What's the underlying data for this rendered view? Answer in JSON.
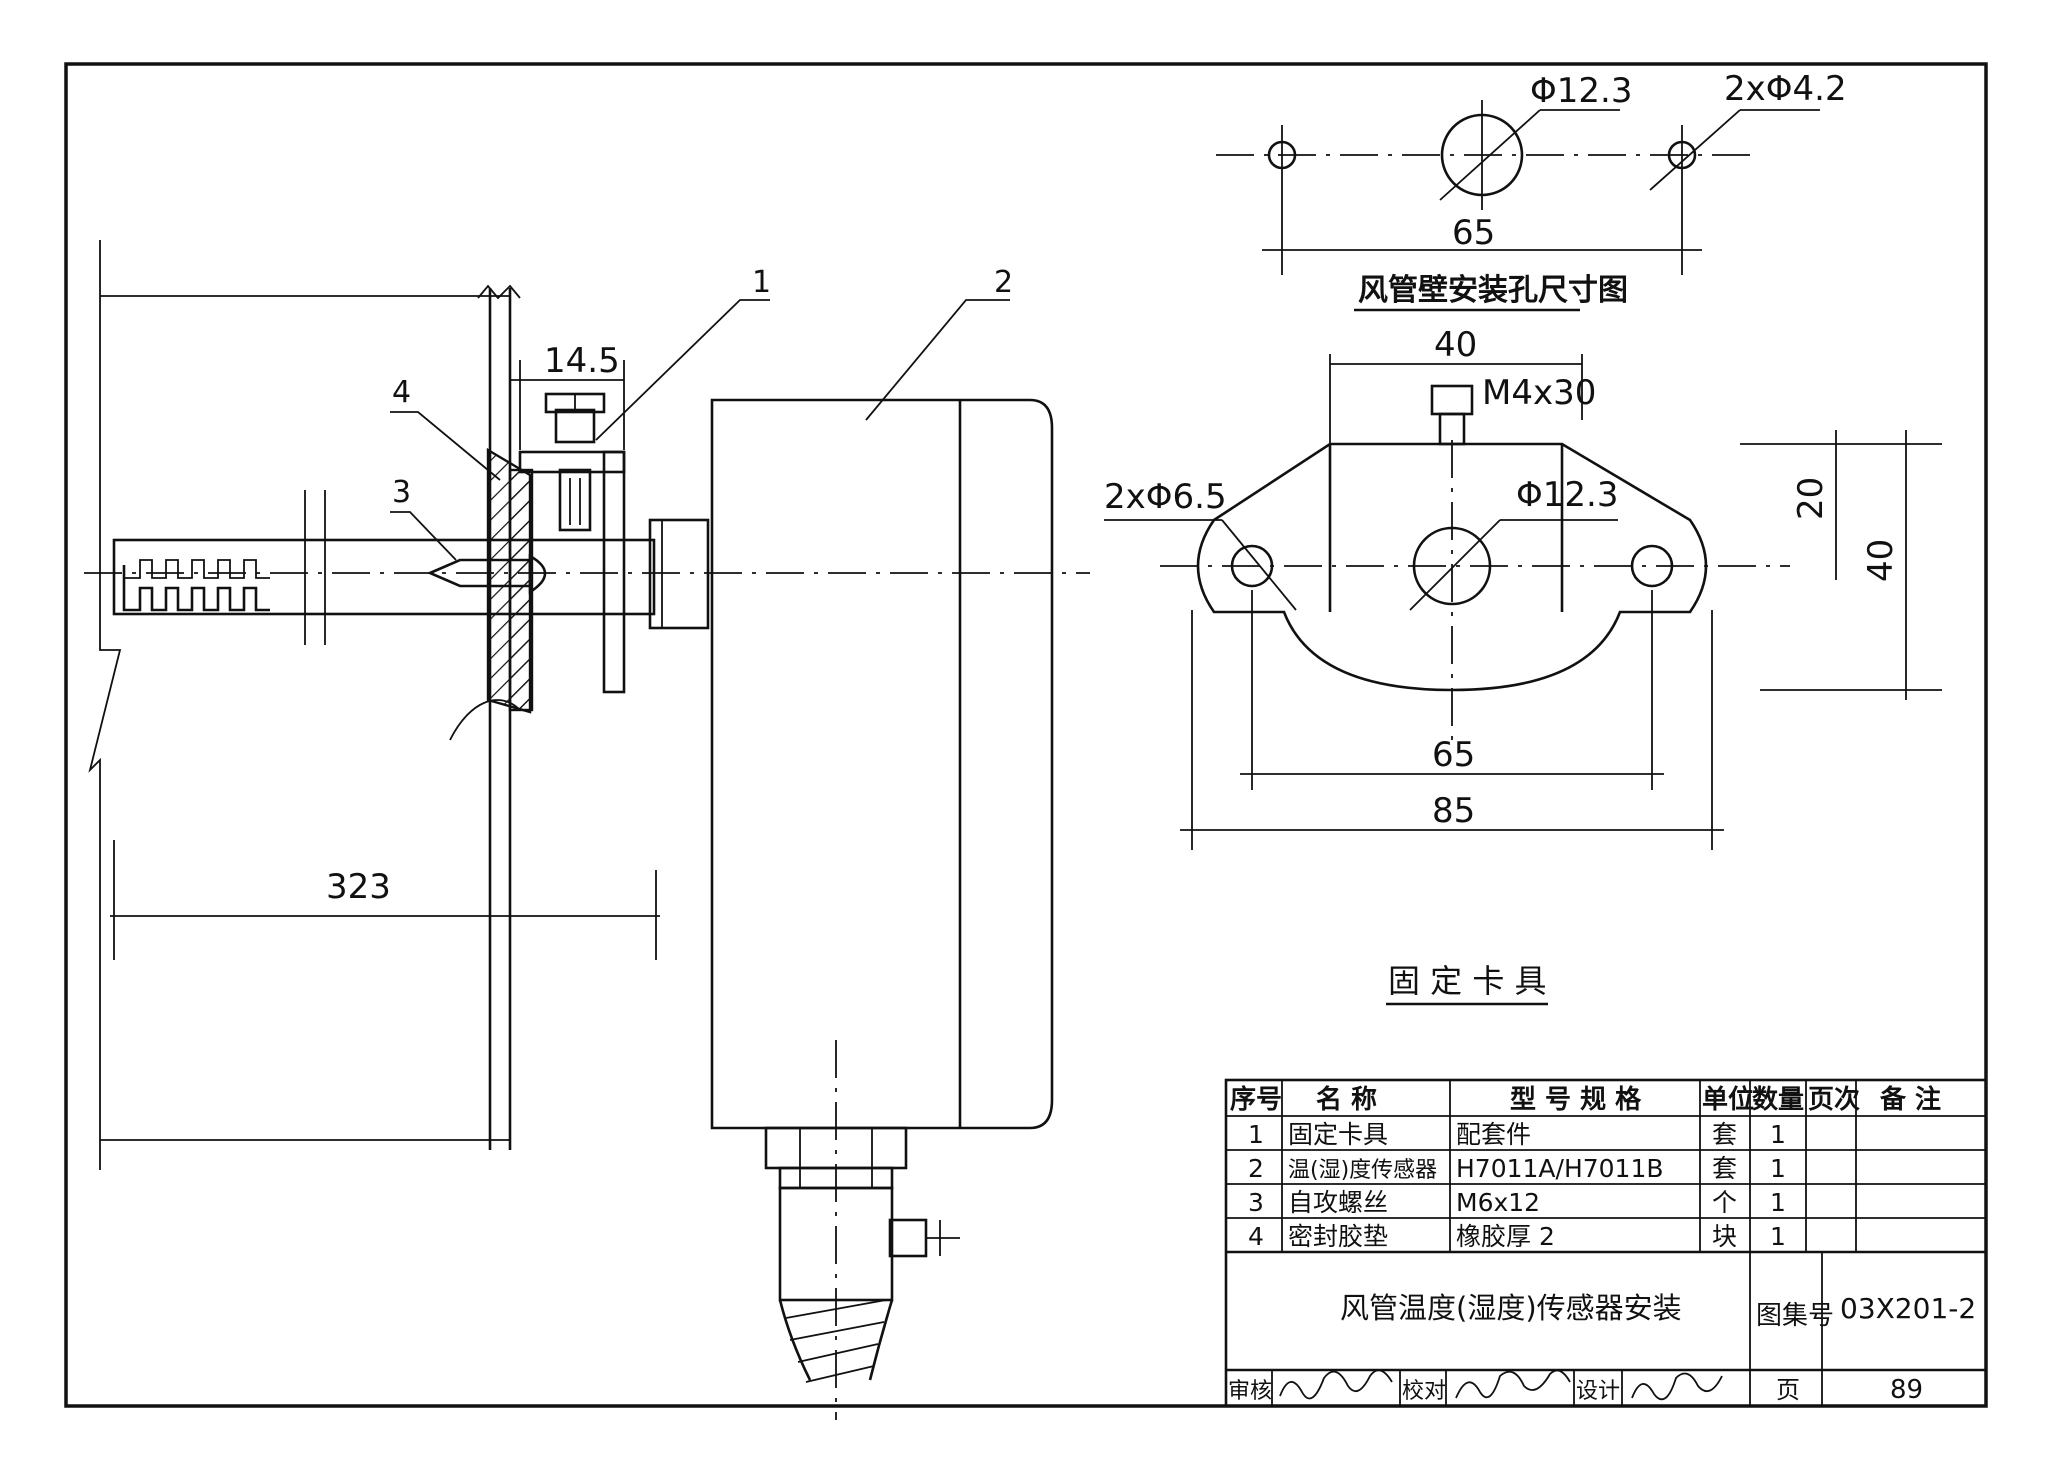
{
  "dims": {
    "hole_center_dia": "Φ12.3",
    "hole_side_dia": "2xΦ4.2",
    "hole_spacing": "65",
    "clamp_screw_spacing": "40",
    "clamp_screw": "M4x30",
    "clamp_side_holes": "2xΦ6.5",
    "clamp_center_dia": "Φ12.3",
    "clamp_height_half": "20",
    "clamp_height": "40",
    "clamp_hole_spacing": "65",
    "clamp_width": "85",
    "probe_length": "323",
    "flange_thickness": "14.5"
  },
  "titles": {
    "hole_view": "风管壁安装孔尺寸图",
    "clamp_view": "固 定 卡 具"
  },
  "callouts": [
    "1",
    "2",
    "3",
    "4"
  ],
  "bom": {
    "headers": [
      "序号",
      "名 称",
      "型 号 规 格",
      "单位",
      "数量",
      "页次",
      "备 注"
    ],
    "rows": [
      [
        "1",
        "固定卡具",
        "配套件",
        "套",
        "1",
        "",
        ""
      ],
      [
        "2",
        "温(湿)度传感器",
        "H7011A/H7011B",
        "套",
        "1",
        "",
        ""
      ],
      [
        "3",
        "自攻螺丝",
        "M6x12",
        "个",
        "1",
        "",
        ""
      ],
      [
        "4",
        "密封胶垫",
        "橡胶厚 2",
        "块",
        "1",
        "",
        ""
      ]
    ]
  },
  "title_block": {
    "drawing_title": "风管温度(湿度)传感器安装",
    "atlas_label": "图集号",
    "atlas_number": "03X201-2",
    "review_label": "审核",
    "check_label": "校对",
    "design_label": "设计",
    "page_label": "页",
    "page_number": "89"
  }
}
